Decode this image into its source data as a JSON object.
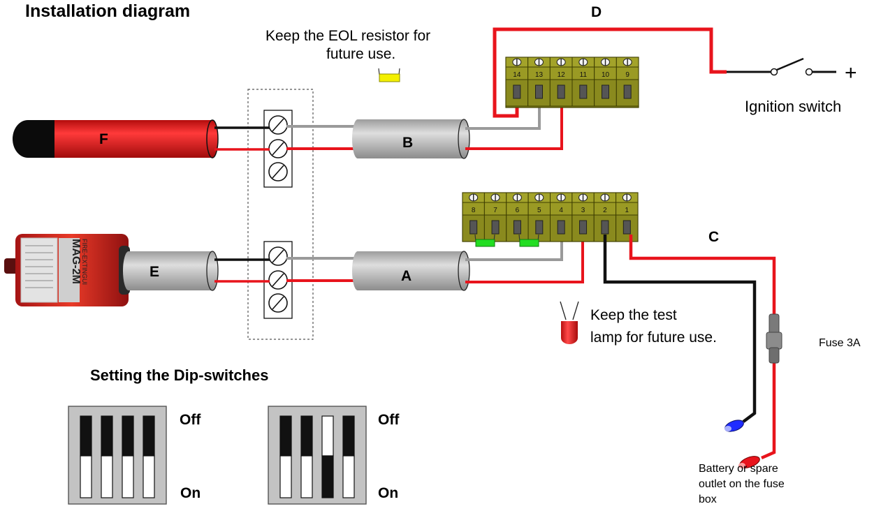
{
  "title": "Installation diagram",
  "wire_labels": {
    "d": "D",
    "c": "C"
  },
  "eol_note": {
    "line1": "Keep the EOL resistor for",
    "line2": "future use."
  },
  "ignition_label": "Ignition switch",
  "ignition_plus": "+",
  "upper_terminals": [
    "14",
    "13",
    "12",
    "11",
    "10",
    "9"
  ],
  "lower_terminals": [
    "8",
    "7",
    "6",
    "5",
    "4",
    "3",
    "2",
    "1"
  ],
  "cables": {
    "b": "B",
    "a": "A"
  },
  "extinguishers": {
    "f": "F",
    "e": "E"
  },
  "extinguisher_label": {
    "brand": "MAG-2M",
    "text": "FIRE-EXTINGUI"
  },
  "test_lamp_note": {
    "line1": "Keep the test",
    "line2": "lamp for future use."
  },
  "fuse_label": "Fuse 3A",
  "battery_note": {
    "line1": "Battery or spare",
    "line2": "outlet on the fuse",
    "line3": "box"
  },
  "dip_heading": "Setting the Dip-switches",
  "dip_labels": {
    "off": "Off",
    "on": "On"
  },
  "dip_settings": [
    [
      "off",
      "off",
      "off",
      "off"
    ],
    [
      "off",
      "off",
      "on",
      "off"
    ]
  ],
  "colors": {
    "wire_red": "#e8141c",
    "wire_black": "#111111",
    "wire_grey": "#9a9a9a",
    "terminal_block": "#8a8a1e",
    "cylinder_red": "#ee1c1c",
    "cable_grey": "#c7c7c7",
    "resistor_yellow": "#f4f000",
    "resistor_green": "#22dd22",
    "lamp_red": "#e31a1a"
  }
}
